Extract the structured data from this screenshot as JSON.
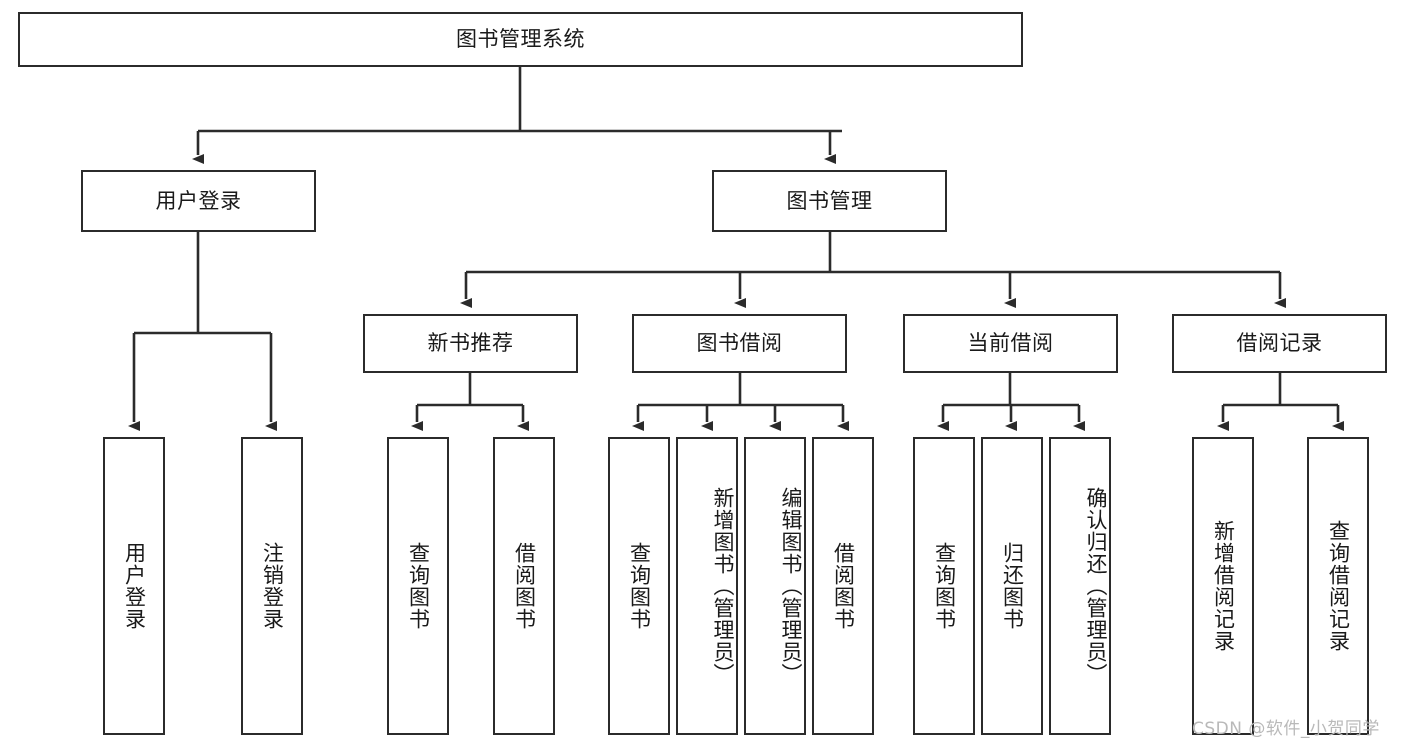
{
  "diagram": {
    "title": "图书管理系统",
    "watermark": "CSDN @软件_小贺同学",
    "colors": {
      "stroke": "#2b2b2b",
      "fill": "#ffffff",
      "text": "#1a1a1a",
      "watermark": "#b9b9b9"
    },
    "levels": {
      "root": {
        "label": "图书管理系统"
      },
      "level2": [
        {
          "id": "user-login",
          "label": "用户登录"
        },
        {
          "id": "book-management",
          "label": "图书管理"
        }
      ],
      "level3": [
        {
          "id": "new-book-recommend",
          "label": "新书推荐"
        },
        {
          "id": "book-borrow",
          "label": "图书借阅"
        },
        {
          "id": "current-borrow",
          "label": "当前借阅"
        },
        {
          "id": "borrow-record",
          "label": "借阅记录"
        }
      ],
      "leaves": {
        "user_login": [
          {
            "id": "leaf-user-login",
            "label": "用户登录",
            "align": "center"
          },
          {
            "id": "leaf-logout-login",
            "label": "注销登录",
            "align": "center"
          }
        ],
        "new_book_recommend": [
          {
            "id": "leaf-query-book-1",
            "label": "查询图书",
            "align": "center"
          },
          {
            "id": "leaf-borrow-book-1",
            "label": "借阅图书",
            "align": "center"
          }
        ],
        "book_borrow": [
          {
            "id": "leaf-query-book-2",
            "label": "查询图书",
            "align": "center"
          },
          {
            "id": "leaf-add-book-admin",
            "label": "新增图书（管理员）",
            "align": "top"
          },
          {
            "id": "leaf-edit-book-admin",
            "label": "编辑图书（管理员）",
            "align": "top"
          },
          {
            "id": "leaf-borrow-book-2",
            "label": "借阅图书",
            "align": "center"
          }
        ],
        "current_borrow": [
          {
            "id": "leaf-query-book-3",
            "label": "查询图书",
            "align": "center"
          },
          {
            "id": "leaf-return-book",
            "label": "归还图书",
            "align": "center"
          },
          {
            "id": "leaf-confirm-return-admin",
            "label": "确认归还（管理员）",
            "align": "top"
          }
        ],
        "borrow_record": [
          {
            "id": "leaf-add-borrow-record",
            "label": "新增借阅记录",
            "align": "center"
          },
          {
            "id": "leaf-query-borrow-record",
            "label": "查询借阅记录",
            "align": "center"
          }
        ]
      }
    }
  },
  "chart_data": {
    "type": "diagram",
    "subtype": "tree-hierarchy",
    "title": "图书管理系统",
    "orientation": "top-down",
    "node_count": 18,
    "nodes": [
      {
        "id": "root",
        "label": "图书管理系统",
        "level": 0,
        "parent": null
      },
      {
        "id": "user-login",
        "label": "用户登录",
        "level": 1,
        "parent": "root"
      },
      {
        "id": "book-management",
        "label": "图书管理",
        "level": 1,
        "parent": "root"
      },
      {
        "id": "leaf-user-login",
        "label": "用户登录",
        "level": 2,
        "parent": "user-login"
      },
      {
        "id": "leaf-logout-login",
        "label": "注销登录",
        "level": 2,
        "parent": "user-login"
      },
      {
        "id": "new-book-recommend",
        "label": "新书推荐",
        "level": 2,
        "parent": "book-management"
      },
      {
        "id": "book-borrow",
        "label": "图书借阅",
        "level": 2,
        "parent": "book-management"
      },
      {
        "id": "current-borrow",
        "label": "当前借阅",
        "level": 2,
        "parent": "book-management"
      },
      {
        "id": "borrow-record",
        "label": "借阅记录",
        "level": 2,
        "parent": "book-management"
      },
      {
        "id": "leaf-query-book-1",
        "label": "查询图书",
        "level": 3,
        "parent": "new-book-recommend"
      },
      {
        "id": "leaf-borrow-book-1",
        "label": "借阅图书",
        "level": 3,
        "parent": "new-book-recommend"
      },
      {
        "id": "leaf-query-book-2",
        "label": "查询图书",
        "level": 3,
        "parent": "book-borrow"
      },
      {
        "id": "leaf-add-book-admin",
        "label": "新增图书（管理员）",
        "level": 3,
        "parent": "book-borrow"
      },
      {
        "id": "leaf-edit-book-admin",
        "label": "编辑图书（管理员）",
        "level": 3,
        "parent": "book-borrow"
      },
      {
        "id": "leaf-borrow-book-2",
        "label": "借阅图书",
        "level": 3,
        "parent": "book-borrow"
      },
      {
        "id": "leaf-query-book-3",
        "label": "查询图书",
        "level": 3,
        "parent": "current-borrow"
      },
      {
        "id": "leaf-return-book",
        "label": "归还图书",
        "level": 3,
        "parent": "current-borrow"
      },
      {
        "id": "leaf-confirm-return-admin",
        "label": "确认归还（管理员）",
        "level": 3,
        "parent": "current-borrow"
      },
      {
        "id": "leaf-add-borrow-record",
        "label": "新增借阅记录",
        "level": 3,
        "parent": "borrow-record"
      },
      {
        "id": "leaf-query-borrow-record",
        "label": "查询借阅记录",
        "level": 3,
        "parent": "borrow-record"
      }
    ]
  }
}
